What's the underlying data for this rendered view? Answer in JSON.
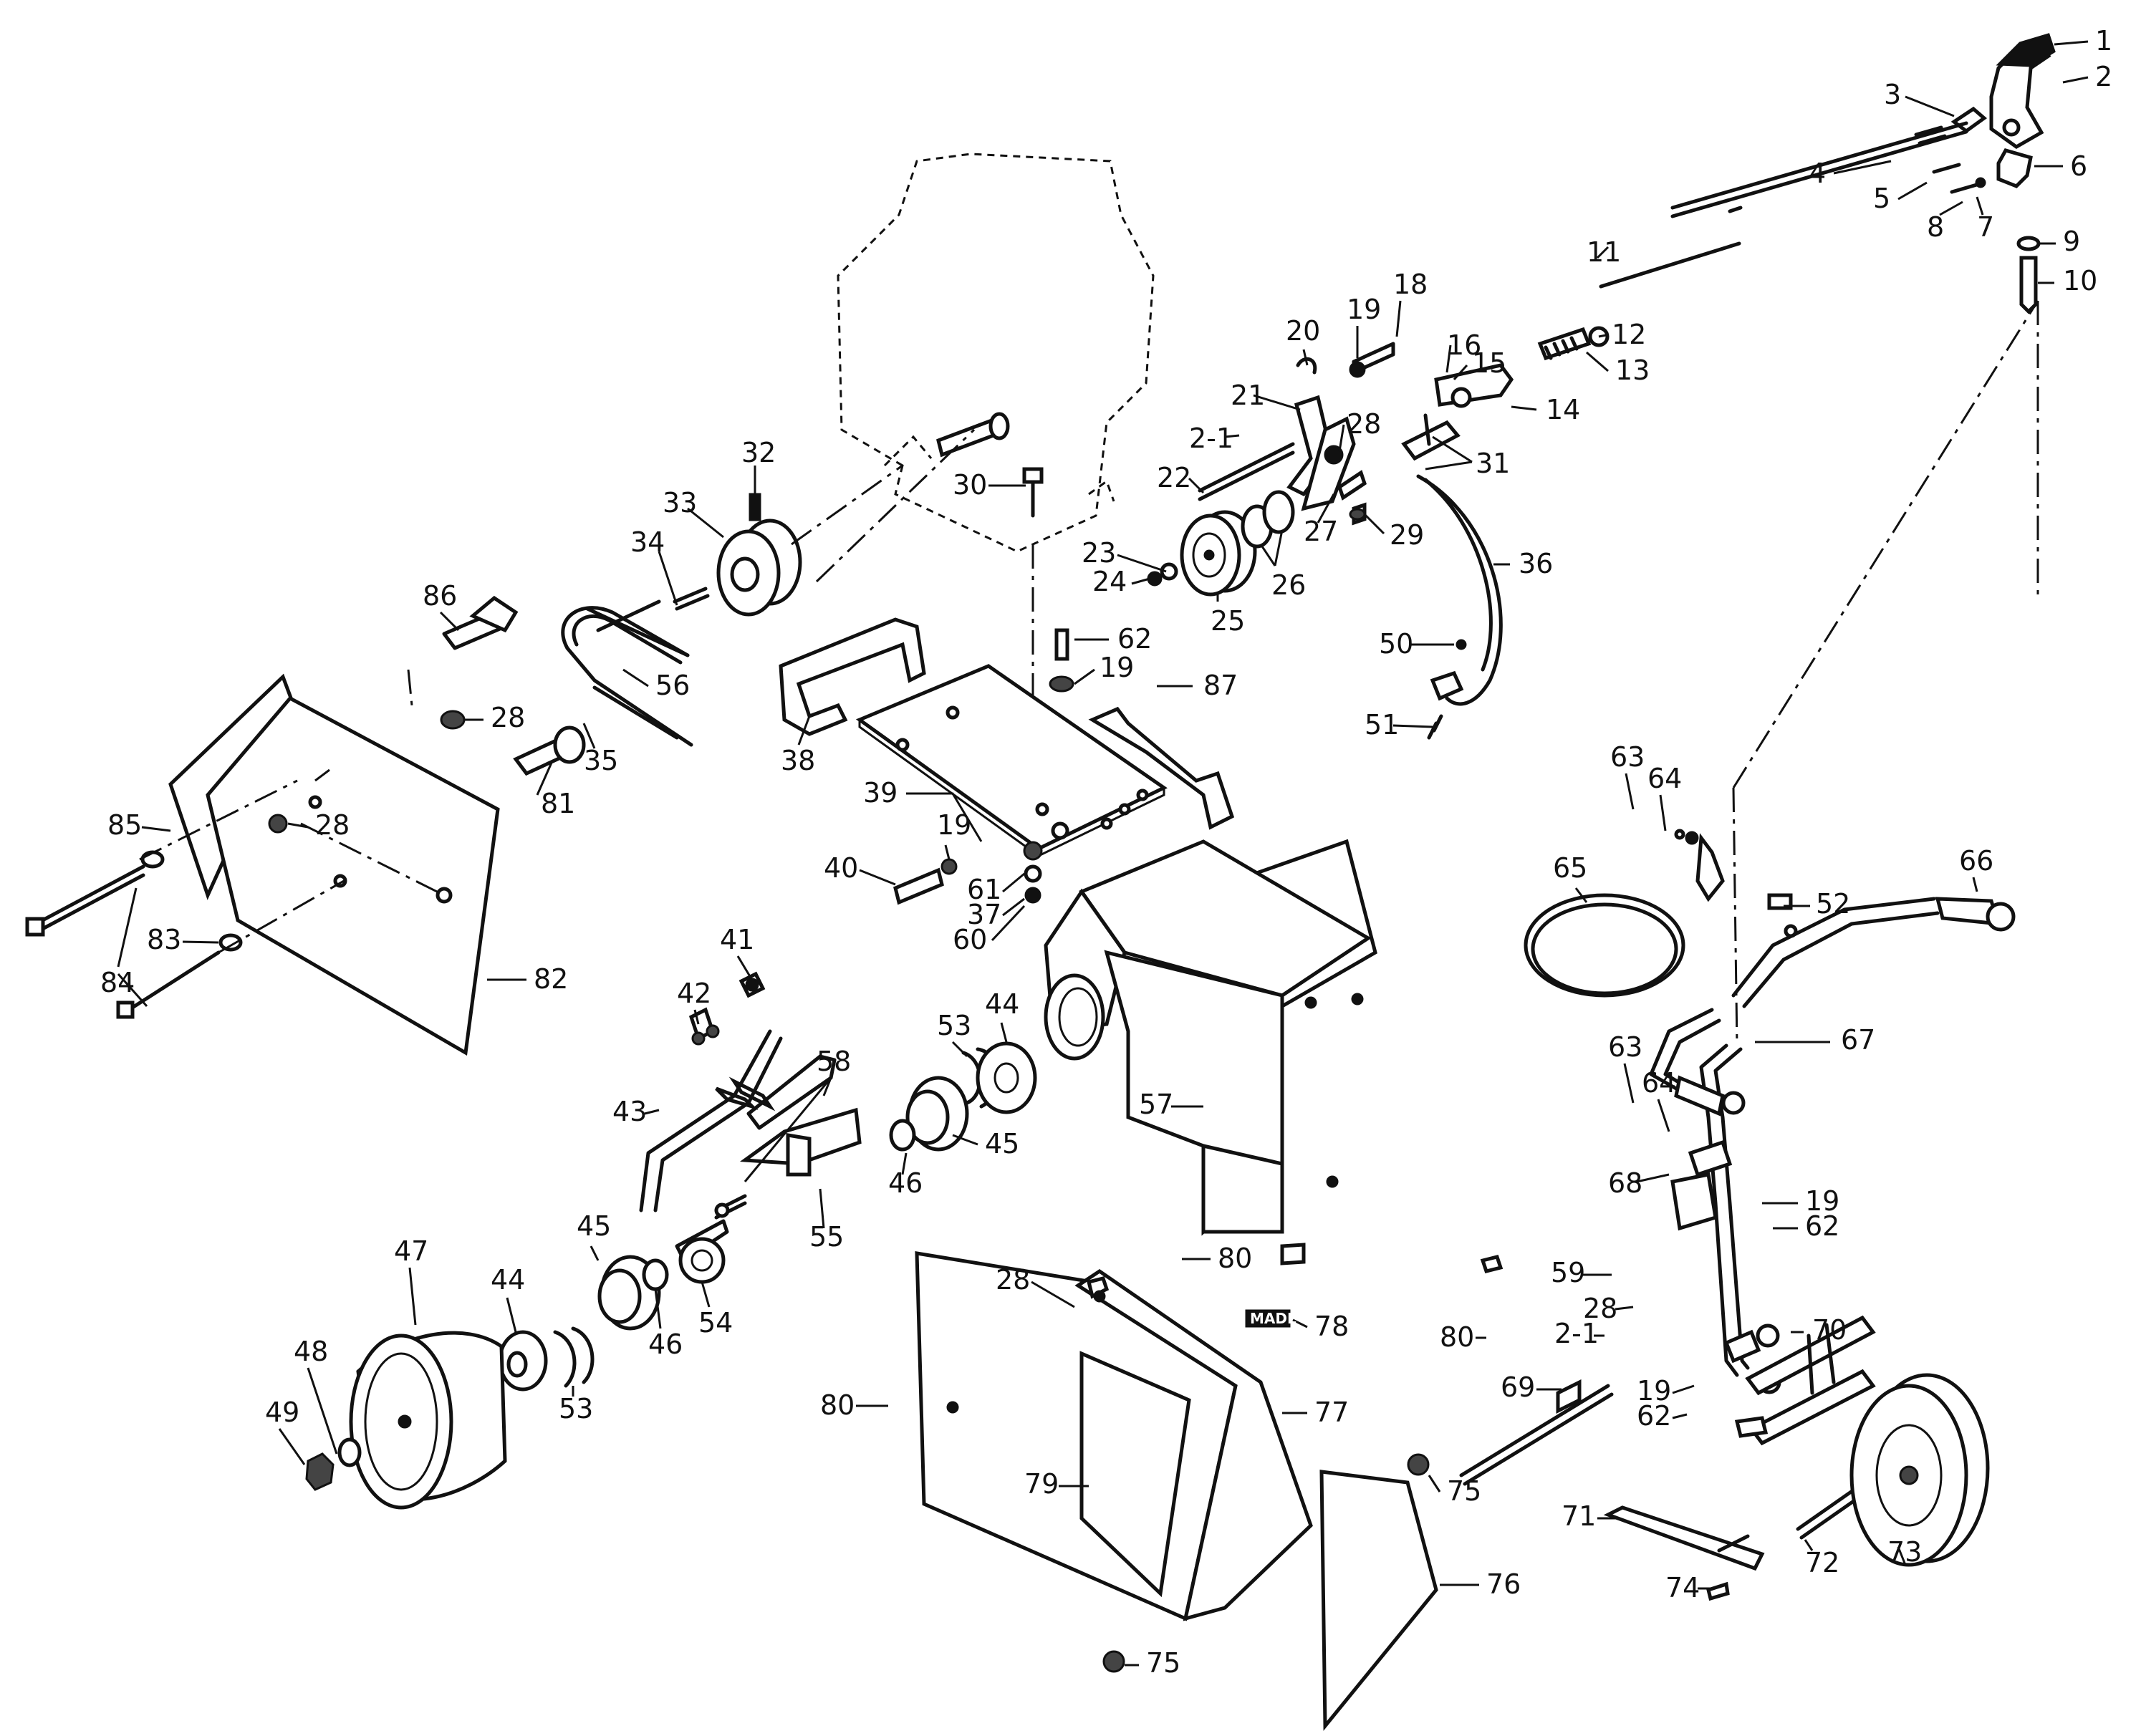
{
  "diagram": {
    "callouts": [
      {
        "id": "c1",
        "text": "1"
      },
      {
        "id": "c2",
        "text": "2"
      },
      {
        "id": "c3",
        "text": "3"
      },
      {
        "id": "c4",
        "text": "4"
      },
      {
        "id": "c5",
        "text": "5"
      },
      {
        "id": "c6",
        "text": "6"
      },
      {
        "id": "c7",
        "text": "7"
      },
      {
        "id": "c8",
        "text": "8"
      },
      {
        "id": "c9",
        "text": "9"
      },
      {
        "id": "c10",
        "text": "10"
      },
      {
        "id": "c11",
        "text": "11"
      },
      {
        "id": "c12",
        "text": "12"
      },
      {
        "id": "c13",
        "text": "13"
      },
      {
        "id": "c14",
        "text": "14"
      },
      {
        "id": "c15",
        "text": "15"
      },
      {
        "id": "c16",
        "text": "16"
      },
      {
        "id": "c18",
        "text": "18"
      },
      {
        "id": "c19a",
        "text": "19"
      },
      {
        "id": "c20",
        "text": "20"
      },
      {
        "id": "c21",
        "text": "21"
      },
      {
        "id": "c2_1a",
        "text": "2-1"
      },
      {
        "id": "c22",
        "text": "22"
      },
      {
        "id": "c28a",
        "text": "28"
      },
      {
        "id": "c27",
        "text": "27"
      },
      {
        "id": "c31",
        "text": "31"
      },
      {
        "id": "c29",
        "text": "29"
      },
      {
        "id": "c23",
        "text": "23"
      },
      {
        "id": "c24",
        "text": "24"
      },
      {
        "id": "c25",
        "text": "25"
      },
      {
        "id": "c26",
        "text": "26"
      },
      {
        "id": "c36",
        "text": "36"
      },
      {
        "id": "c32",
        "text": "32"
      },
      {
        "id": "c30",
        "text": "30"
      },
      {
        "id": "c33",
        "text": "33"
      },
      {
        "id": "c34",
        "text": "34"
      },
      {
        "id": "c86",
        "text": "86"
      },
      {
        "id": "c56",
        "text": "56"
      },
      {
        "id": "c28b",
        "text": "28"
      },
      {
        "id": "c35",
        "text": "35"
      },
      {
        "id": "c81",
        "text": "81"
      },
      {
        "id": "c85",
        "text": "85"
      },
      {
        "id": "c28c",
        "text": "28"
      },
      {
        "id": "c83",
        "text": "83"
      },
      {
        "id": "c84",
        "text": "84"
      },
      {
        "id": "c82",
        "text": "82"
      },
      {
        "id": "c62a",
        "text": "62"
      },
      {
        "id": "c19b",
        "text": "19"
      },
      {
        "id": "c87",
        "text": "87"
      },
      {
        "id": "c38",
        "text": "38"
      },
      {
        "id": "c39",
        "text": "39"
      },
      {
        "id": "c19c",
        "text": "19"
      },
      {
        "id": "c40",
        "text": "40"
      },
      {
        "id": "c61",
        "text": "61"
      },
      {
        "id": "c37",
        "text": "37"
      },
      {
        "id": "c60",
        "text": "60"
      },
      {
        "id": "c50",
        "text": "50"
      },
      {
        "id": "c51",
        "text": "51"
      },
      {
        "id": "c63a",
        "text": "63"
      },
      {
        "id": "c64a",
        "text": "64"
      },
      {
        "id": "c65",
        "text": "65"
      },
      {
        "id": "c66",
        "text": "66"
      },
      {
        "id": "c52",
        "text": "52"
      },
      {
        "id": "c67",
        "text": "67"
      },
      {
        "id": "c63b",
        "text": "63"
      },
      {
        "id": "c64b",
        "text": "64"
      },
      {
        "id": "c68",
        "text": "68"
      },
      {
        "id": "c19d",
        "text": "19"
      },
      {
        "id": "c62b",
        "text": "62"
      },
      {
        "id": "c41",
        "text": "41"
      },
      {
        "id": "c42",
        "text": "42"
      },
      {
        "id": "c43",
        "text": "43"
      },
      {
        "id": "c58",
        "text": "58"
      },
      {
        "id": "c53a",
        "text": "53"
      },
      {
        "id": "c44a",
        "text": "44"
      },
      {
        "id": "c45a",
        "text": "45"
      },
      {
        "id": "c46a",
        "text": "46"
      },
      {
        "id": "c55",
        "text": "55"
      },
      {
        "id": "c57",
        "text": "57"
      },
      {
        "id": "c47",
        "text": "47"
      },
      {
        "id": "c44b",
        "text": "44"
      },
      {
        "id": "c45b",
        "text": "45"
      },
      {
        "id": "c48",
        "text": "48"
      },
      {
        "id": "c49",
        "text": "49"
      },
      {
        "id": "c53b",
        "text": "53"
      },
      {
        "id": "c46b",
        "text": "46"
      },
      {
        "id": "c54",
        "text": "54"
      },
      {
        "id": "c28d",
        "text": "28"
      },
      {
        "id": "c80a",
        "text": "80"
      },
      {
        "id": "c78",
        "text": "78"
      },
      {
        "id": "c80b",
        "text": "80"
      },
      {
        "id": "c77",
        "text": "77"
      },
      {
        "id": "c79",
        "text": "79"
      },
      {
        "id": "c75a",
        "text": "75"
      },
      {
        "id": "c75b",
        "text": "75"
      },
      {
        "id": "c76",
        "text": "76"
      },
      {
        "id": "c59",
        "text": "59"
      },
      {
        "id": "c28e",
        "text": "28"
      },
      {
        "id": "c80c",
        "text": "80"
      },
      {
        "id": "c2_1b",
        "text": "2-1"
      },
      {
        "id": "c69",
        "text": "69"
      },
      {
        "id": "c19e",
        "text": "19"
      },
      {
        "id": "c62c",
        "text": "62"
      },
      {
        "id": "c70",
        "text": "70"
      },
      {
        "id": "c71",
        "text": "71"
      },
      {
        "id": "c72",
        "text": "72"
      },
      {
        "id": "c73",
        "text": "73"
      },
      {
        "id": "c74",
        "text": "74"
      }
    ],
    "decal_text": "MADE"
  }
}
